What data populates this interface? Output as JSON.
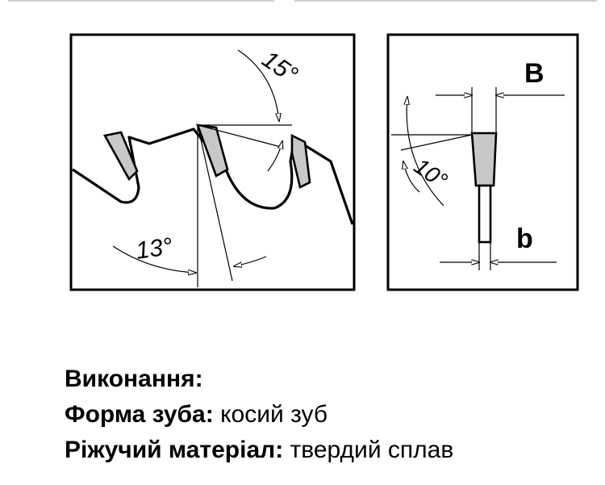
{
  "diagram": {
    "left_panel": {
      "angle_top": "15°",
      "angle_bottom": "13°"
    },
    "right_panel": {
      "label_top": "B",
      "label_bottom": "b",
      "angle": "10°"
    }
  },
  "caption": {
    "heading": "Виконання:",
    "tooth_form_label": "Форма зуба:",
    "tooth_form_value": "косий зуб",
    "material_label": "Ріжучий матеріал:",
    "material_value": "твердий сплав"
  }
}
